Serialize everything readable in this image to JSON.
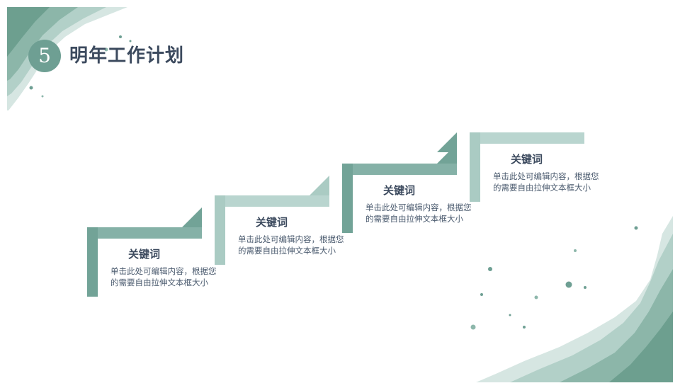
{
  "slide": {
    "number": "5",
    "title": "明年工作计划"
  },
  "steps": [
    {
      "keyword": "关键词",
      "text": "单击此处可编辑内容，根据您的需要自由拉伸文本框大小"
    },
    {
      "keyword": "关键词",
      "text": "单击此处可编辑内容，根据您的需要自由拉伸文本框大小"
    },
    {
      "keyword": "关键词",
      "text": "单击此处可编辑内容，根据您的需要自由拉伸文本框大小"
    },
    {
      "keyword": "关键词",
      "text": "单击此处可编辑内容，根据您的需要自由拉伸文本框大小"
    }
  ],
  "colors": {
    "accent_dark": "#72a397",
    "accent_light": "#aacbc3",
    "title_text": "#3c4a5e"
  }
}
